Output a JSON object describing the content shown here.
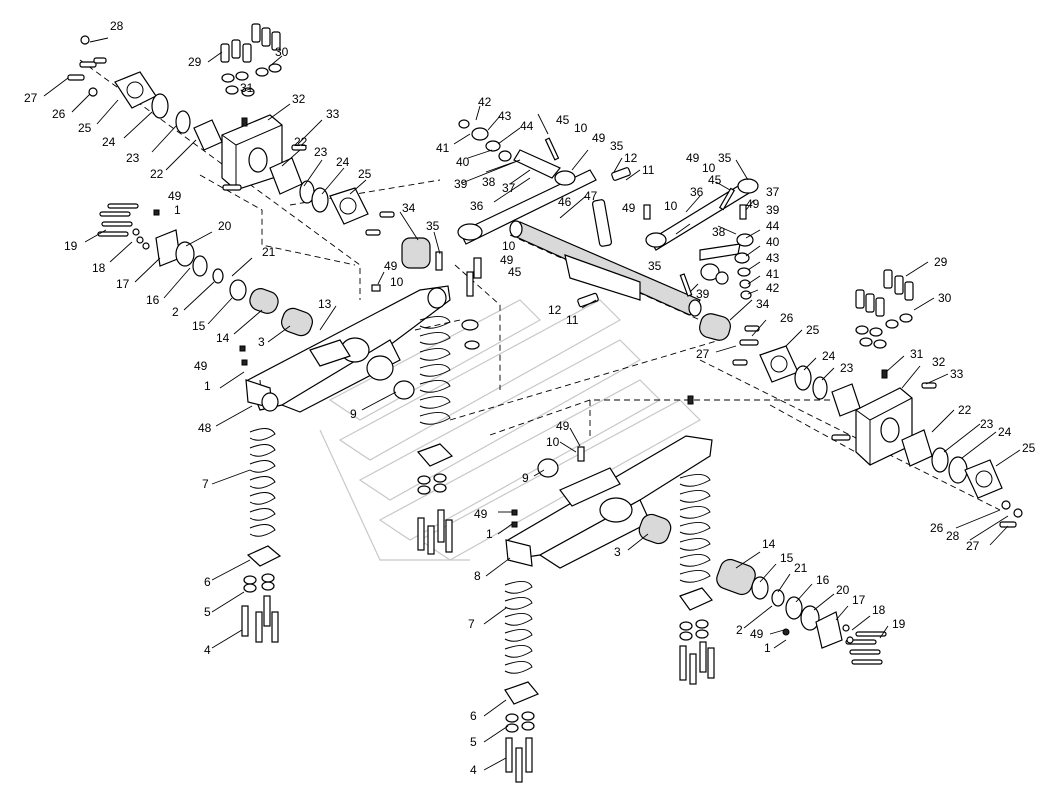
{
  "callouts": [
    {
      "id": "c28a",
      "text": "28"
    },
    {
      "id": "c29a",
      "text": "29"
    },
    {
      "id": "c30a",
      "text": "30"
    },
    {
      "id": "c27a",
      "text": "27"
    },
    {
      "id": "c26a",
      "text": "26"
    },
    {
      "id": "c25a",
      "text": "25"
    },
    {
      "id": "c31a",
      "text": "31"
    },
    {
      "id": "c32a",
      "text": "32"
    },
    {
      "id": "c24a",
      "text": "24"
    },
    {
      "id": "c23a",
      "text": "23"
    },
    {
      "id": "c33a",
      "text": "33"
    },
    {
      "id": "c22a",
      "text": "22"
    },
    {
      "id": "c22b",
      "text": "22"
    },
    {
      "id": "c23b",
      "text": "23"
    },
    {
      "id": "c24b",
      "text": "24"
    },
    {
      "id": "c25b",
      "text": "25"
    },
    {
      "id": "c49a",
      "text": "49"
    },
    {
      "id": "c1a",
      "text": "1"
    },
    {
      "id": "c19a",
      "text": "19"
    },
    {
      "id": "c18a",
      "text": "18"
    },
    {
      "id": "c20a",
      "text": "20"
    },
    {
      "id": "c17a",
      "text": "17"
    },
    {
      "id": "c16a",
      "text": "16"
    },
    {
      "id": "c21a",
      "text": "21"
    },
    {
      "id": "c2a",
      "text": "2"
    },
    {
      "id": "c15a",
      "text": "15"
    },
    {
      "id": "c14a",
      "text": "14"
    },
    {
      "id": "c3a",
      "text": "3"
    },
    {
      "id": "c13a",
      "text": "13"
    },
    {
      "id": "c34a",
      "text": "34"
    },
    {
      "id": "c35a",
      "text": "35"
    },
    {
      "id": "c49b",
      "text": "49"
    },
    {
      "id": "c10a",
      "text": "10"
    },
    {
      "id": "c49c",
      "text": "49"
    },
    {
      "id": "c1b",
      "text": "1"
    },
    {
      "id": "c48a",
      "text": "48"
    },
    {
      "id": "c9a",
      "text": "9"
    },
    {
      "id": "c7a",
      "text": "7"
    },
    {
      "id": "c6a",
      "text": "6"
    },
    {
      "id": "c5a",
      "text": "5"
    },
    {
      "id": "c4a",
      "text": "4"
    },
    {
      "id": "c42a",
      "text": "42"
    },
    {
      "id": "c43a",
      "text": "43"
    },
    {
      "id": "c41a",
      "text": "41"
    },
    {
      "id": "c44a",
      "text": "44"
    },
    {
      "id": "c40a",
      "text": "40"
    },
    {
      "id": "c45a",
      "text": "45"
    },
    {
      "id": "c10b",
      "text": "10"
    },
    {
      "id": "c49d",
      "text": "49"
    },
    {
      "id": "c35b",
      "text": "35"
    },
    {
      "id": "c39a",
      "text": "39"
    },
    {
      "id": "c38a",
      "text": "38"
    },
    {
      "id": "c37a",
      "text": "37"
    },
    {
      "id": "c36a",
      "text": "36"
    },
    {
      "id": "c12a",
      "text": "12"
    },
    {
      "id": "c11a",
      "text": "11"
    },
    {
      "id": "c46a",
      "text": "46"
    },
    {
      "id": "c47a",
      "text": "47"
    },
    {
      "id": "c10c",
      "text": "10"
    },
    {
      "id": "c49e",
      "text": "49"
    },
    {
      "id": "c49f",
      "text": "49"
    },
    {
      "id": "c10d",
      "text": "10"
    },
    {
      "id": "c45b",
      "text": "45"
    },
    {
      "id": "c35c",
      "text": "35"
    },
    {
      "id": "c49g",
      "text": "49"
    },
    {
      "id": "c10e",
      "text": "10"
    },
    {
      "id": "c45c",
      "text": "45"
    },
    {
      "id": "c36b",
      "text": "36"
    },
    {
      "id": "c35d",
      "text": "35"
    },
    {
      "id": "c37b",
      "text": "37"
    },
    {
      "id": "c49h",
      "text": "49"
    },
    {
      "id": "c39b",
      "text": "39"
    },
    {
      "id": "c38b",
      "text": "38"
    },
    {
      "id": "c44b",
      "text": "44"
    },
    {
      "id": "c40b",
      "text": "40"
    },
    {
      "id": "c43b",
      "text": "43"
    },
    {
      "id": "c41b",
      "text": "41"
    },
    {
      "id": "c42b",
      "text": "42"
    },
    {
      "id": "c39c",
      "text": "39"
    },
    {
      "id": "c12b",
      "text": "12"
    },
    {
      "id": "c11b",
      "text": "11"
    },
    {
      "id": "c34b",
      "text": "34"
    },
    {
      "id": "c26b",
      "text": "26"
    },
    {
      "id": "c25c",
      "text": "25"
    },
    {
      "id": "c27b",
      "text": "27"
    },
    {
      "id": "c24c",
      "text": "24"
    },
    {
      "id": "c23c",
      "text": "23"
    },
    {
      "id": "c29b",
      "text": "29"
    },
    {
      "id": "c30b",
      "text": "30"
    },
    {
      "id": "c31b",
      "text": "31"
    },
    {
      "id": "c32b",
      "text": "32"
    },
    {
      "id": "c33b",
      "text": "33"
    },
    {
      "id": "c22c",
      "text": "22"
    },
    {
      "id": "c23d",
      "text": "23"
    },
    {
      "id": "c24d",
      "text": "24"
    },
    {
      "id": "c25d",
      "text": "25"
    },
    {
      "id": "c26c",
      "text": "26"
    },
    {
      "id": "c28b",
      "text": "28"
    },
    {
      "id": "c27c",
      "text": "27"
    },
    {
      "id": "c49i",
      "text": "49"
    },
    {
      "id": "c10f",
      "text": "10"
    },
    {
      "id": "c9b",
      "text": "9"
    },
    {
      "id": "c49j",
      "text": "49"
    },
    {
      "id": "c1c",
      "text": "1"
    },
    {
      "id": "c3b",
      "text": "3"
    },
    {
      "id": "c8a",
      "text": "8"
    },
    {
      "id": "c14b",
      "text": "14"
    },
    {
      "id": "c15b",
      "text": "15"
    },
    {
      "id": "c21b",
      "text": "21"
    },
    {
      "id": "c16b",
      "text": "16"
    },
    {
      "id": "c20b",
      "text": "20"
    },
    {
      "id": "c17b",
      "text": "17"
    },
    {
      "id": "c18b",
      "text": "18"
    },
    {
      "id": "c2b",
      "text": "2"
    },
    {
      "id": "c49k",
      "text": "49"
    },
    {
      "id": "c19b",
      "text": "19"
    },
    {
      "id": "c1d",
      "text": "1"
    },
    {
      "id": "c7b",
      "text": "7"
    },
    {
      "id": "c6b",
      "text": "6"
    },
    {
      "id": "c5b",
      "text": "5"
    },
    {
      "id": "c4b",
      "text": "4"
    }
  ]
}
